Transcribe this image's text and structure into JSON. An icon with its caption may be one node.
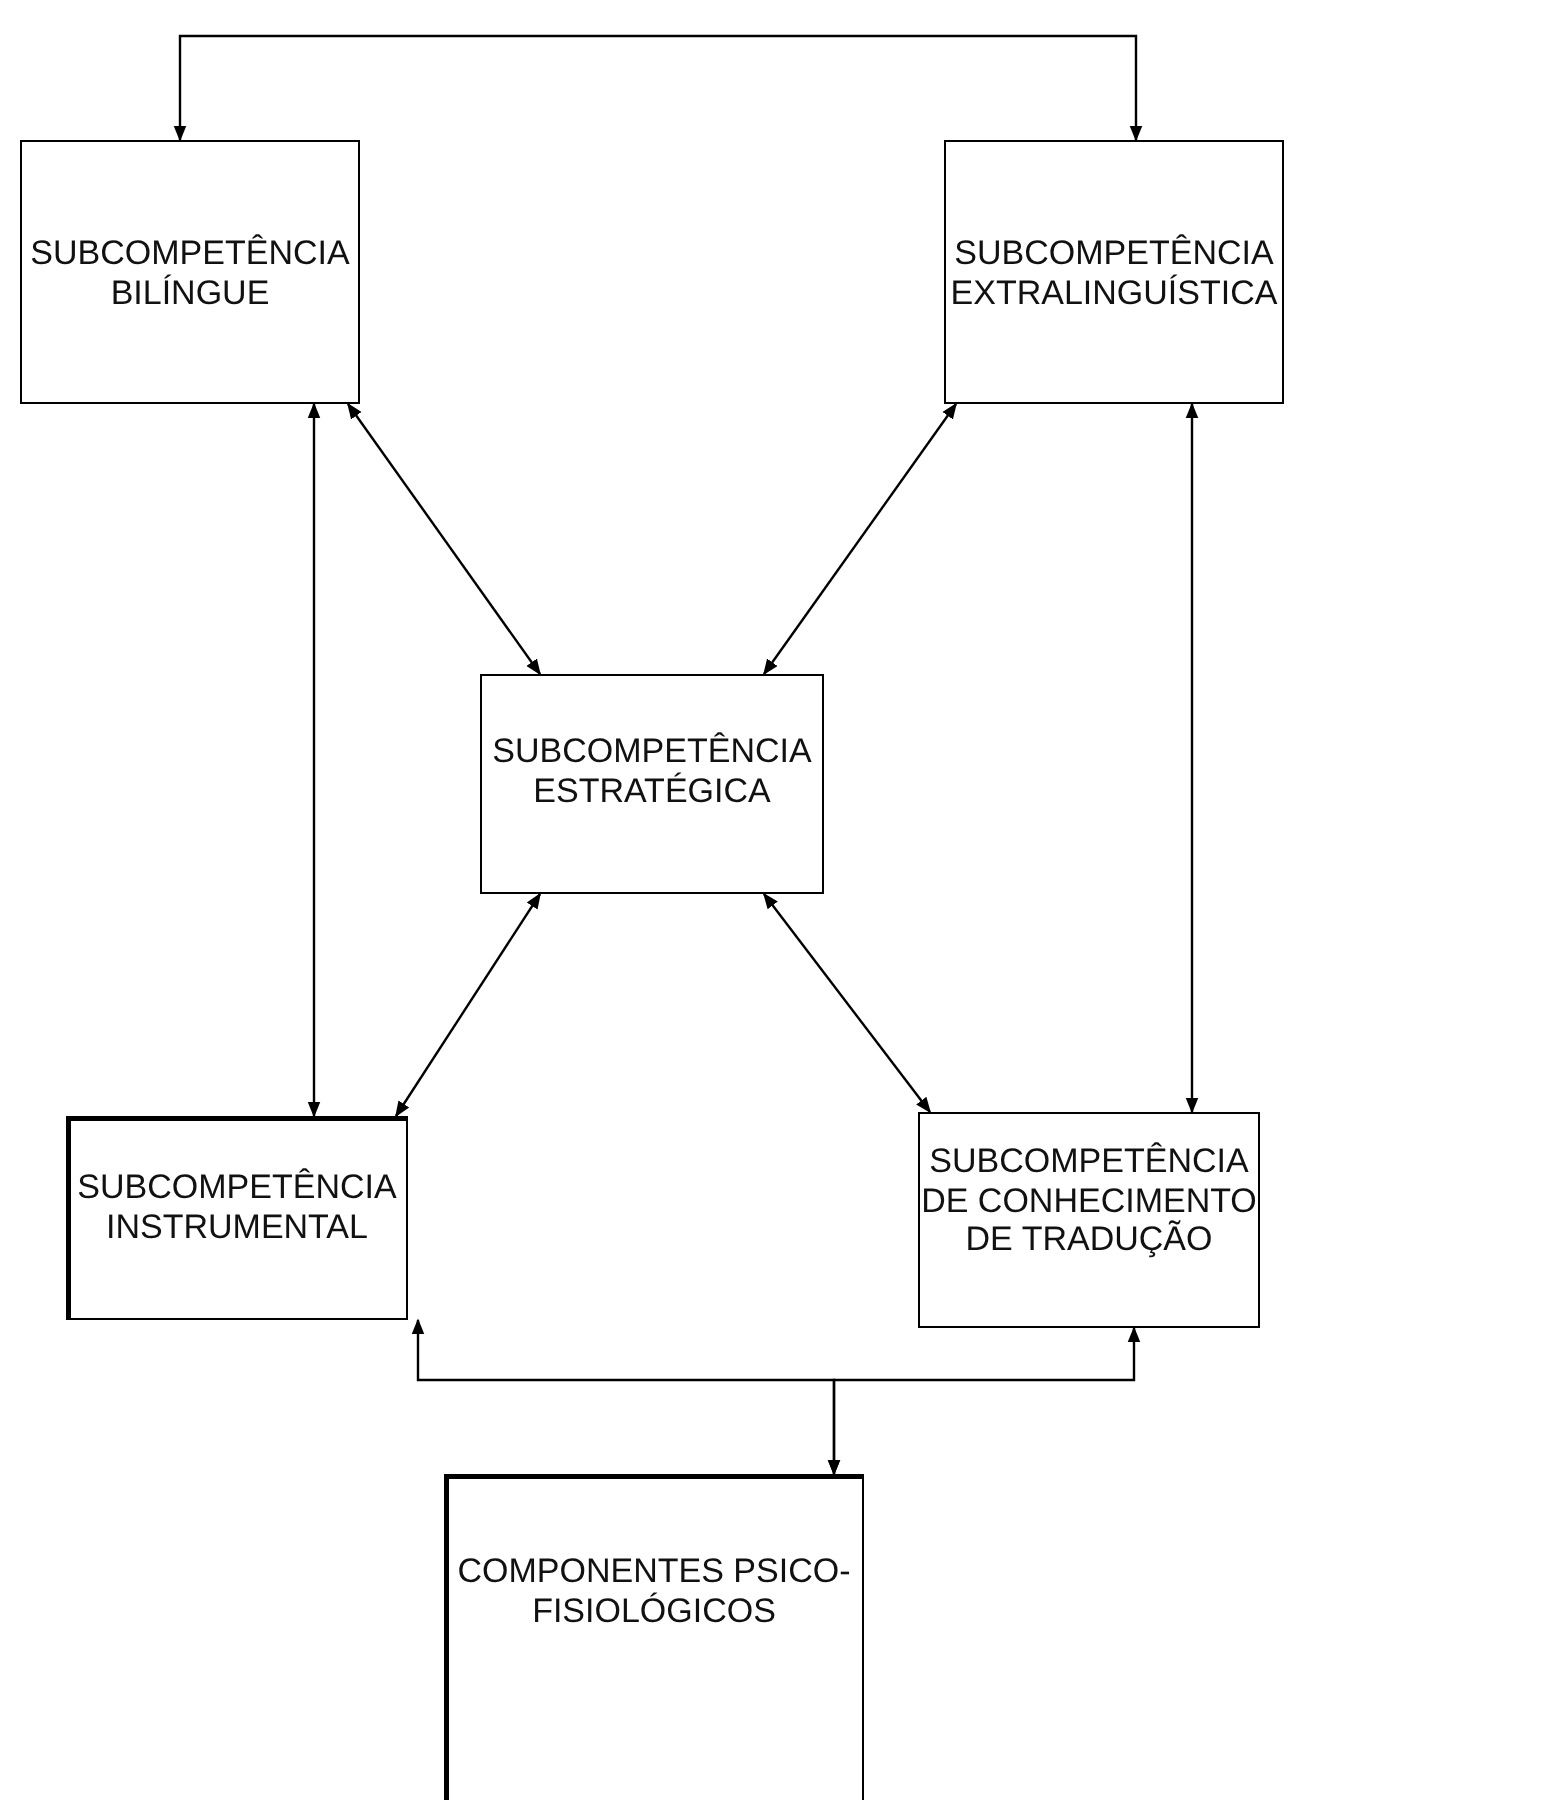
{
  "diagram": {
    "nodes": [
      {
        "text": [
          "SUBCOMPETÊNCIA BILÍNGUE"
        ]
      },
      {
        "text": [
          "SUBCOMPETÊNCIA EXTRALINGUÍSTICA"
        ]
      },
      {
        "text": [
          "SUBCOMPETÊNCIA ESTRATÉGICA"
        ]
      },
      {
        "text": [
          "SUBCOMPETÊNCIA INSTRUMENTAL"
        ]
      },
      {
        "text": [
          "SUBCOMPETÊNCIA DE CONHECIMENTO DE TRADUÇÃO"
        ]
      },
      {
        "text": [
          "COMPONENTES PSICO-FISIOLÓGICOS"
        ]
      }
    ],
    "edges": [
      {
        "from": 0,
        "to": 1,
        "arrow": "both"
      },
      {
        "from": 0,
        "to": 3,
        "arrow": "both"
      },
      {
        "from": 1,
        "to": 4,
        "arrow": "both"
      },
      {
        "from": 0,
        "to": 2,
        "arrow": "both"
      },
      {
        "from": 1,
        "to": 2,
        "arrow": "both"
      },
      {
        "from": 2,
        "to": 3,
        "arrow": "both"
      },
      {
        "from": 2,
        "to": 4,
        "arrow": "both"
      },
      {
        "from": 5,
        "to": 3,
        "arrow": "both"
      },
      {
        "from": 5,
        "to": 4,
        "arrow": "both"
      }
    ]
  }
}
